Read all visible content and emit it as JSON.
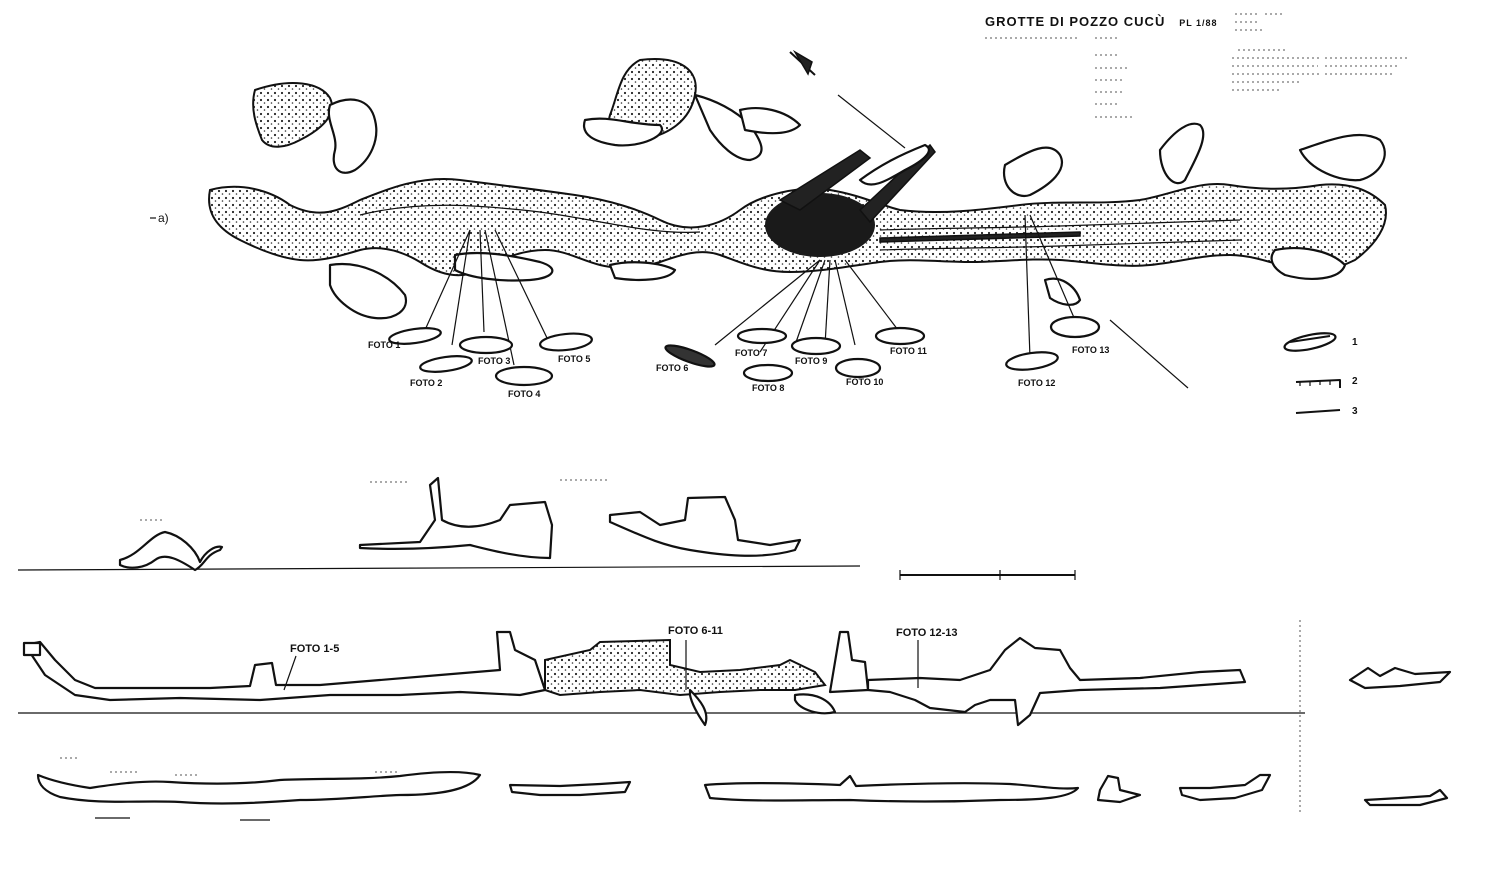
{
  "title": "GROTTE DI POZZO CUCÙ",
  "plate": "PL 1/88",
  "section_marker": "a)",
  "photo_labels": [
    {
      "id": "foto-1",
      "text": "FOTO 1"
    },
    {
      "id": "foto-2",
      "text": "FOTO 2"
    },
    {
      "id": "foto-3",
      "text": "FOTO 3"
    },
    {
      "id": "foto-4",
      "text": "FOTO 4"
    },
    {
      "id": "foto-5",
      "text": "FOTO 5"
    },
    {
      "id": "foto-6",
      "text": "FOTO 6"
    },
    {
      "id": "foto-7",
      "text": "FOTO 7"
    },
    {
      "id": "foto-8",
      "text": "FOTO 8"
    },
    {
      "id": "foto-9",
      "text": "FOTO 9"
    },
    {
      "id": "foto-10",
      "text": "FOTO 10"
    },
    {
      "id": "foto-11",
      "text": "FOTO 11"
    },
    {
      "id": "foto-12",
      "text": "FOTO 12"
    },
    {
      "id": "foto-13",
      "text": "FOTO 13"
    }
  ],
  "profile_labels": {
    "foto_1_5": "FOTO 1-5",
    "foto_6_11": "FOTO 6-11",
    "foto_12_13": "FOTO 12-13"
  },
  "legend": {
    "items": [
      {
        "num": "1"
      },
      {
        "num": "2"
      },
      {
        "num": "3"
      }
    ]
  }
}
